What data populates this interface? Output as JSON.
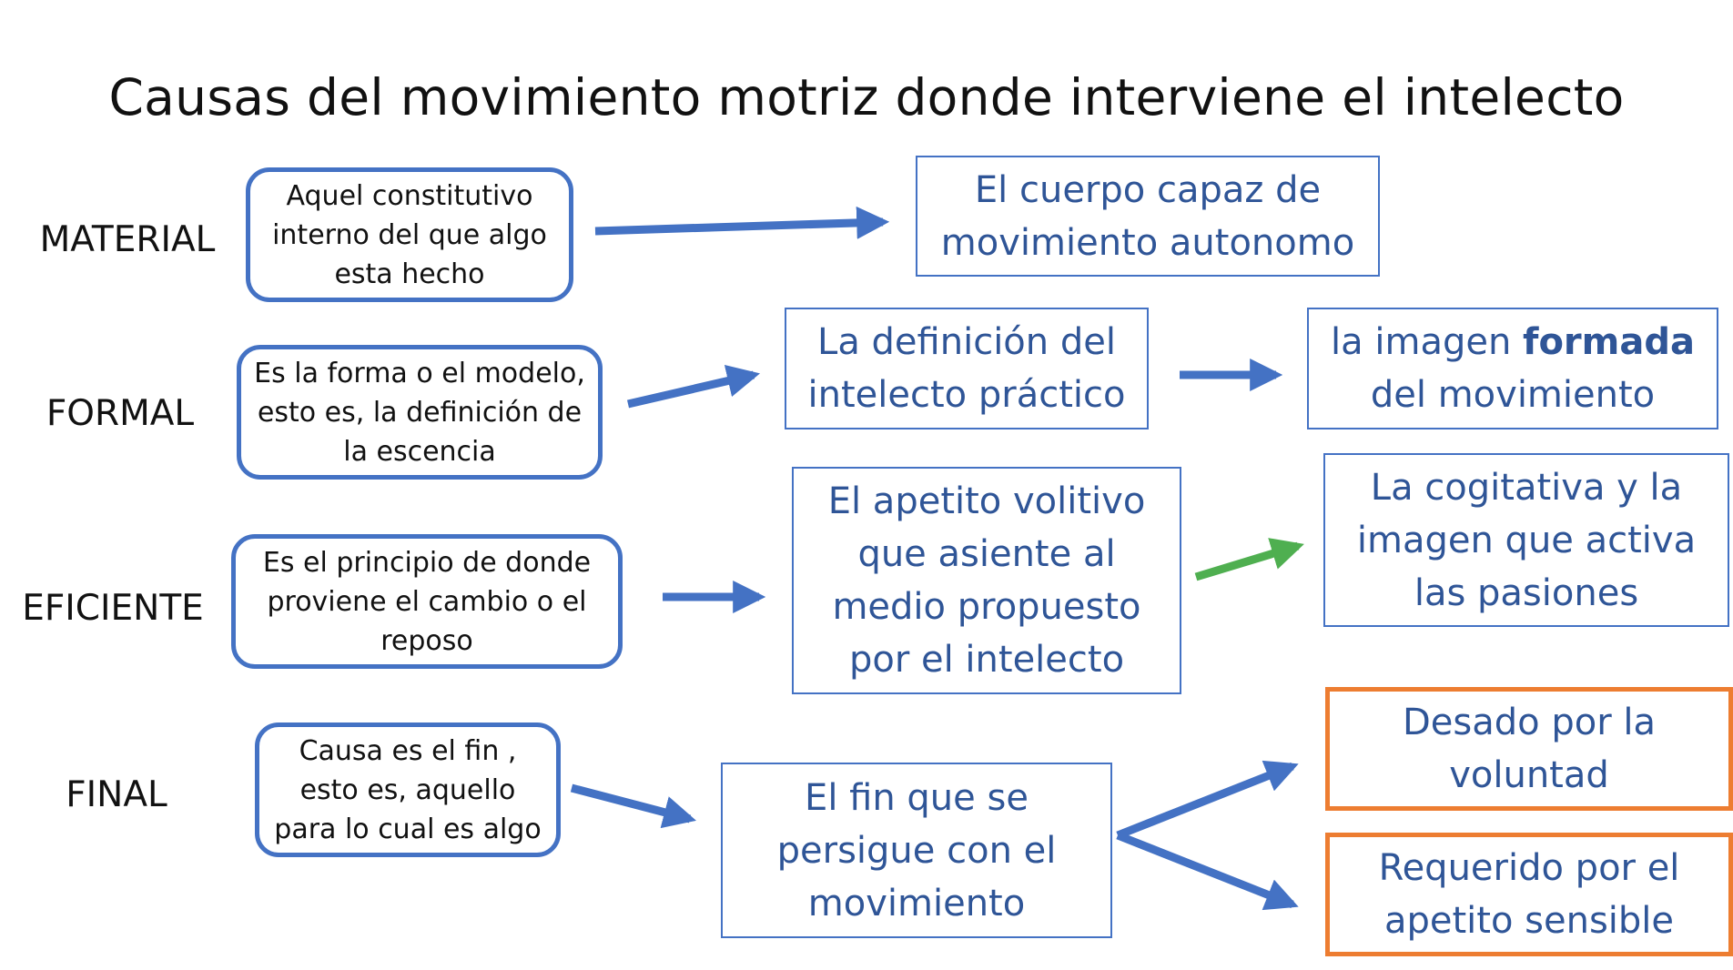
{
  "title": "Causas del movimiento motriz donde interviene el intelecto",
  "colors": {
    "blue": "#4472C4",
    "text_blue": "#2F5597",
    "green": "#4FAF50",
    "orange": "#ED7D31"
  },
  "rows": {
    "material": {
      "label": "MATERIAL",
      "definition": "Aquel constitutivo interno del que algo esta hecho",
      "target": "El cuerpo capaz de movimiento autonomo"
    },
    "formal": {
      "label": "FORMAL",
      "definition": "Es la forma o el modelo, esto es, la definición de la escencia",
      "target": "La definición del intelecto práctico",
      "result_prefix": "la imagen ",
      "result_bold": "formada",
      "result_suffix": " del movimiento"
    },
    "eficiente": {
      "label": "EFICIENTE",
      "definition": "Es el principio de donde proviene el cambio o el reposo",
      "target": "El apetito volitivo que asiente al medio propuesto por el intelecto",
      "result": "La cogitativa y la imagen que activa las pasiones"
    },
    "final": {
      "label": "FINAL",
      "definition": "Causa es el fin , esto es, aquello para lo cual es algo",
      "target": "El fin que se persigue con el movimiento",
      "branch_upper": "Desado por la voluntad",
      "branch_lower": "Requerido por el apetito sensible"
    }
  }
}
